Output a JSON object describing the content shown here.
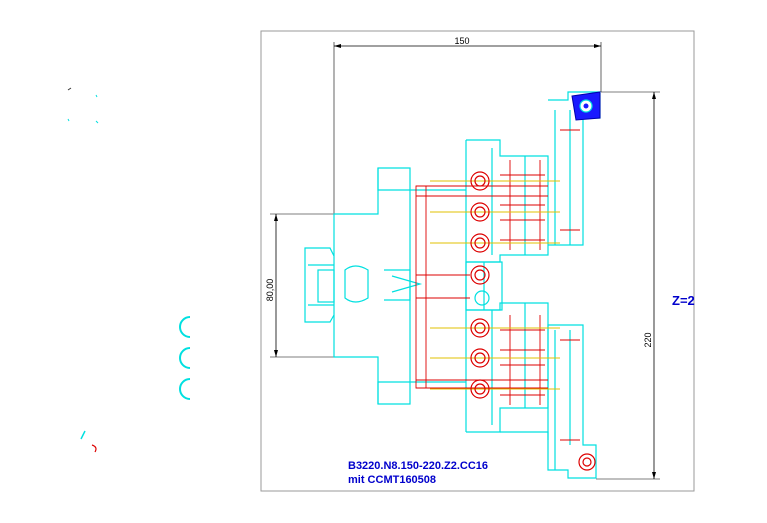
{
  "drawing": {
    "dimensions": {
      "width": "150",
      "height": "220",
      "bore": "80,00"
    },
    "teeth_label": "Z=2",
    "title_line1": "B3220.N8.150-220.Z2.CC16",
    "title_line2": "mit CCMT160508"
  },
  "colors": {
    "outline": "#00e0e0",
    "detail": "#dd0000",
    "accent": "#e0c000",
    "insert": "#1a1aff",
    "text": "#0000cc"
  }
}
